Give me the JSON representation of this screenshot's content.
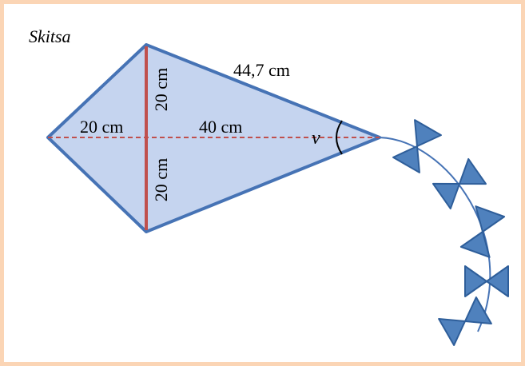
{
  "title": "Skitsa",
  "labels": {
    "side_long": "44,7 cm",
    "left_part": "20 cm",
    "right_part": "40 cm",
    "top_half": "20 cm",
    "bottom_half": "20 cm",
    "angle": "v"
  },
  "colors": {
    "frame": "#fbd5b5",
    "kite_fill": "#c5d4ef",
    "kite_edge": "#4673b5",
    "cross_spar": "#c0504d",
    "dashed_axis": "#c0504d",
    "bow_fill": "#4f81bd",
    "bow_edge": "#2e5e9a",
    "tail_string": "#4673b5"
  }
}
